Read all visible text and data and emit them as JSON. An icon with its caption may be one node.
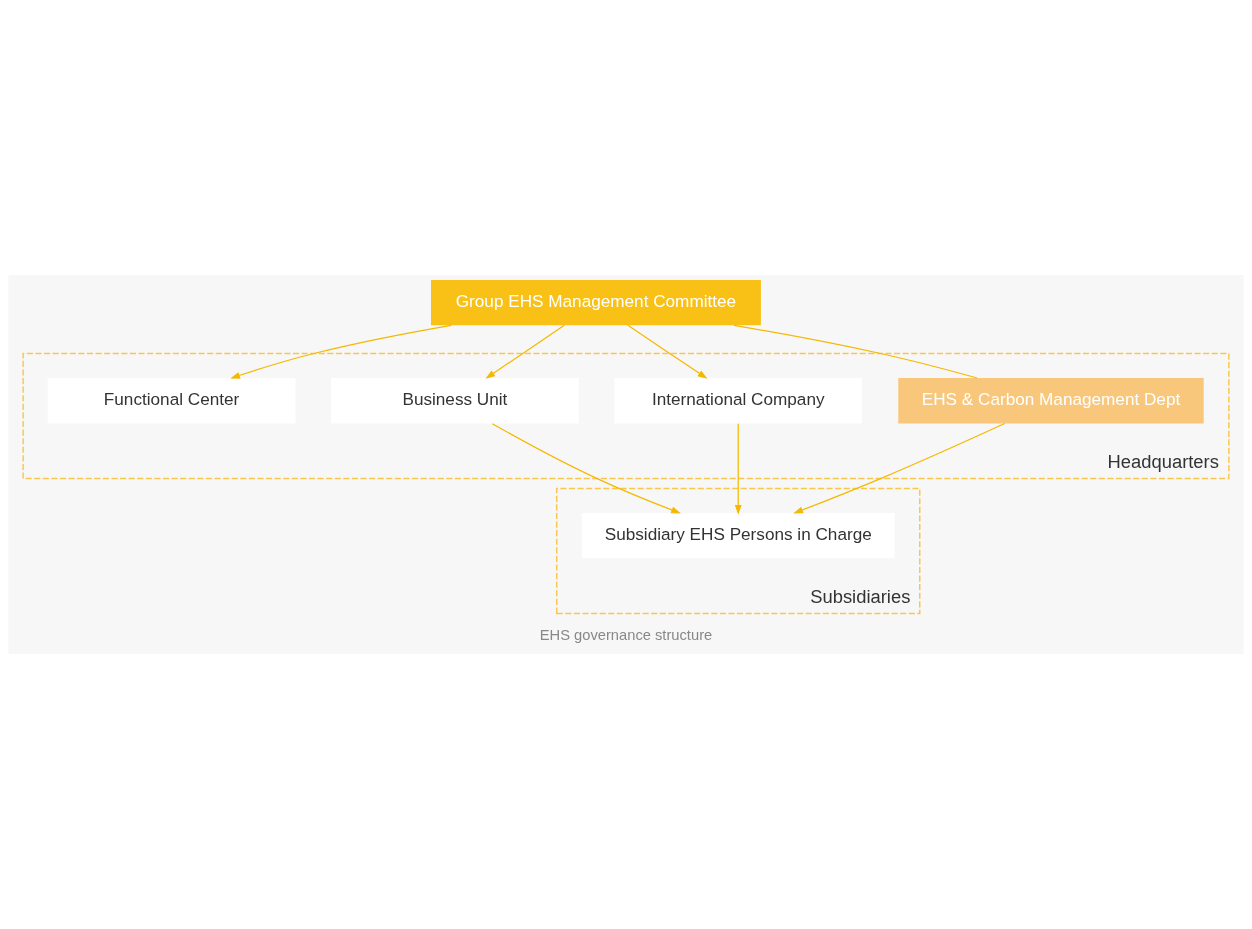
{
  "diagram": {
    "caption": "EHS governance structure",
    "nodes": [
      {
        "text": [
          "Group EHS Management Committee"
        ]
      },
      {
        "text": [
          "Headquarters"
        ]
      },
      {
        "text": [
          "EHS & Carbon Management Dept"
        ],
        "in": 1
      },
      {
        "text": [
          "International Company"
        ],
        "in": 1
      },
      {
        "text": [
          "Business Unit"
        ],
        "in": 1
      },
      {
        "text": [
          "Functional Center"
        ],
        "in": 1
      },
      {
        "text": [
          "Subsidiaries"
        ]
      },
      {
        "text": [
          "Subsidiary EHS Persons in Charge"
        ],
        "in": 6
      }
    ],
    "edges": [
      {
        "from": 0,
        "to": 2,
        "arrow": "none"
      },
      {
        "from": 0,
        "to": 3,
        "arrow": "to"
      },
      {
        "from": 0,
        "to": 4,
        "arrow": "to"
      },
      {
        "from": 0,
        "to": 5,
        "arrow": "to"
      },
      {
        "from": 3,
        "to": 7,
        "arrow": "to"
      },
      {
        "from": 4,
        "to": 7,
        "arrow": "to"
      },
      {
        "from": 2,
        "to": 7,
        "arrow": "to"
      }
    ]
  }
}
